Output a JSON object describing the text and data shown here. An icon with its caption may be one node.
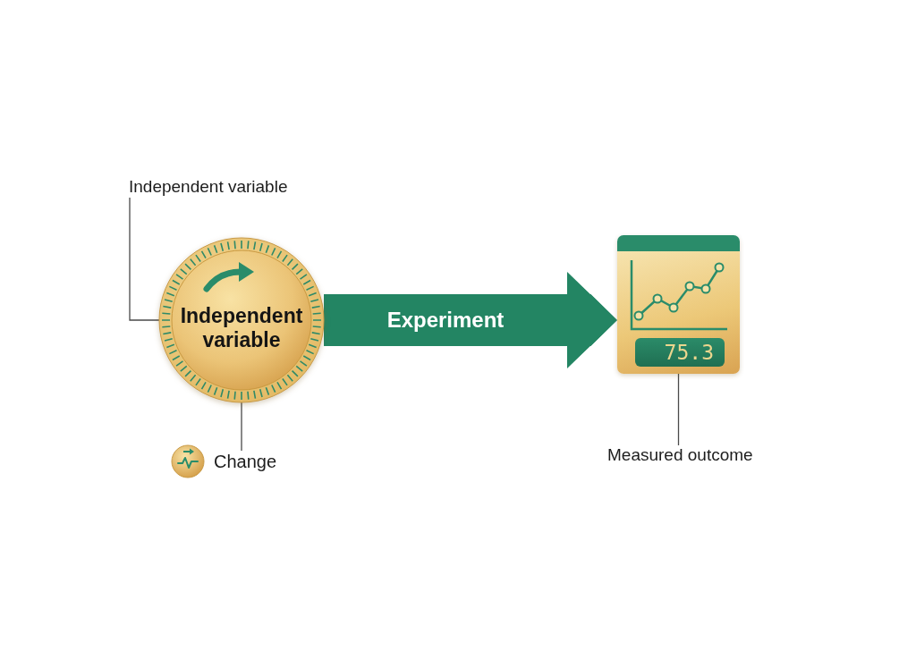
{
  "diagram": {
    "nodes": [
      {
        "text": [
          "Independent variable"
        ]
      },
      {
        "text": [
          "Independent variable"
        ]
      },
      {
        "text": [
          "Change"
        ]
      },
      {
        "text": [
          "75.3"
        ]
      },
      {
        "text": [
          "Measured outcome"
        ]
      }
    ],
    "edges": [
      {
        "from": 0,
        "to": 1,
        "arrow": "none"
      },
      {
        "from": 1,
        "to": 3,
        "arrow": "to",
        "label": "Experiment",
        "style": "thick",
        "color": "#238563"
      },
      {
        "from": 2,
        "to": 1,
        "arrow": "none"
      },
      {
        "from": 4,
        "to": 3,
        "arrow": "none"
      }
    ]
  }
}
